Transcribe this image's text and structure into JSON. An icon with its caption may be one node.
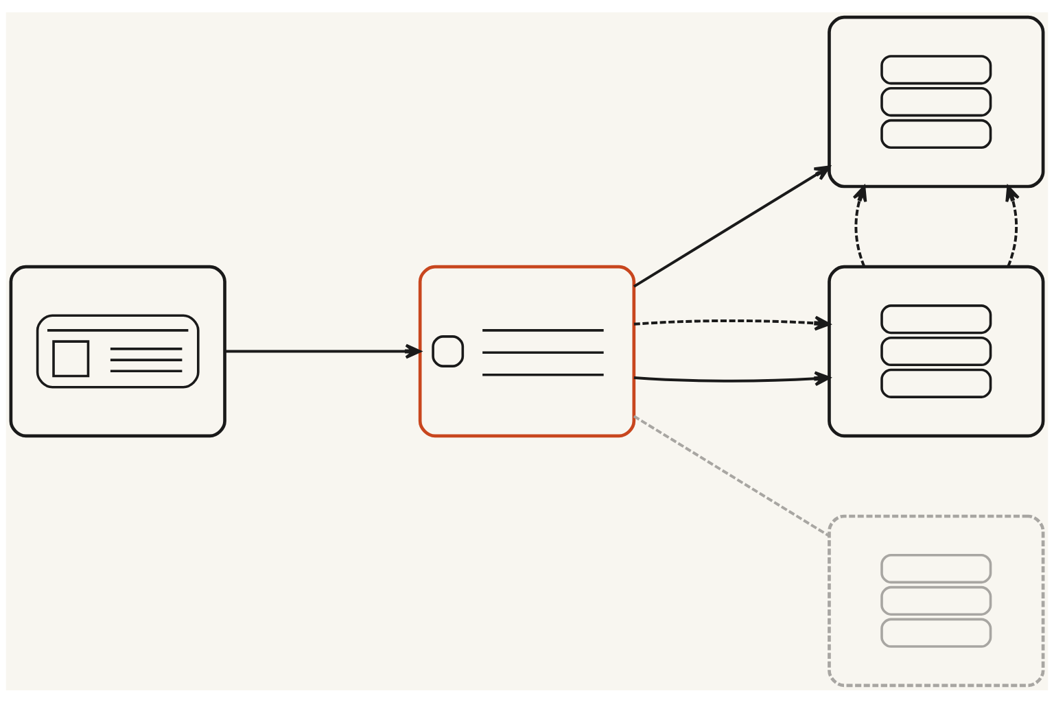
{
  "diagram": {
    "nodes": [
      {
        "text": [],
        "shape": "picture"
      },
      {
        "text": [],
        "shape": "picture"
      },
      {
        "text": [],
        "shape": "picture"
      },
      {
        "text": [],
        "shape": "picture"
      },
      {
        "text": [],
        "shape": "picture"
      }
    ],
    "edges": [
      {
        "from": 0,
        "to": 1,
        "arrow": "to"
      },
      {
        "from": 1,
        "to": 2,
        "arrow": "to"
      },
      {
        "from": 1,
        "to": 3,
        "arrow": "to"
      },
      {
        "from": 3,
        "to": 2,
        "arrow": "to",
        "style": "dashed"
      },
      {
        "from": 3,
        "to": 2,
        "arrow": "to",
        "style": "dashed"
      },
      {
        "from": 1,
        "to": 3,
        "arrow": "to",
        "style": "dashed"
      },
      {
        "from": 1,
        "to": 4,
        "arrow": "none",
        "style": "dashed",
        "color": "#a8a6a2"
      }
    ]
  }
}
